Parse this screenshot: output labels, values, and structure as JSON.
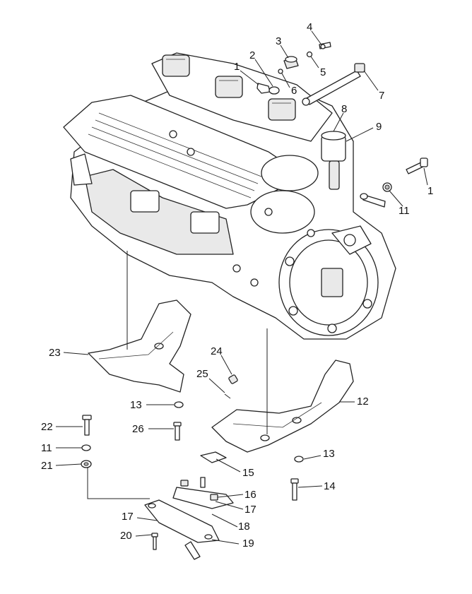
{
  "diagram": {
    "callouts": [
      {
        "id": "c1a",
        "text": "1"
      },
      {
        "id": "c2",
        "text": "2"
      },
      {
        "id": "c3",
        "text": "3"
      },
      {
        "id": "c4",
        "text": "4"
      },
      {
        "id": "c5",
        "text": "5"
      },
      {
        "id": "c6",
        "text": "6"
      },
      {
        "id": "c7",
        "text": "7"
      },
      {
        "id": "c8",
        "text": "8"
      },
      {
        "id": "c9",
        "text": "9"
      },
      {
        "id": "c1b",
        "text": "1"
      },
      {
        "id": "c11a",
        "text": "11"
      },
      {
        "id": "c23",
        "text": "23"
      },
      {
        "id": "c24",
        "text": "24"
      },
      {
        "id": "c25",
        "text": "25"
      },
      {
        "id": "c12",
        "text": "12"
      },
      {
        "id": "c13a",
        "text": "13"
      },
      {
        "id": "c22",
        "text": "22"
      },
      {
        "id": "c26",
        "text": "26"
      },
      {
        "id": "c11b",
        "text": "11"
      },
      {
        "id": "c21",
        "text": "21"
      },
      {
        "id": "c15",
        "text": "15"
      },
      {
        "id": "c13b",
        "text": "13"
      },
      {
        "id": "c14",
        "text": "14"
      },
      {
        "id": "c16",
        "text": "16"
      },
      {
        "id": "c17a",
        "text": "17"
      },
      {
        "id": "c17b",
        "text": "17"
      },
      {
        "id": "c18",
        "text": "18"
      },
      {
        "id": "c20",
        "text": "20"
      },
      {
        "id": "c19",
        "text": "19"
      }
    ]
  }
}
